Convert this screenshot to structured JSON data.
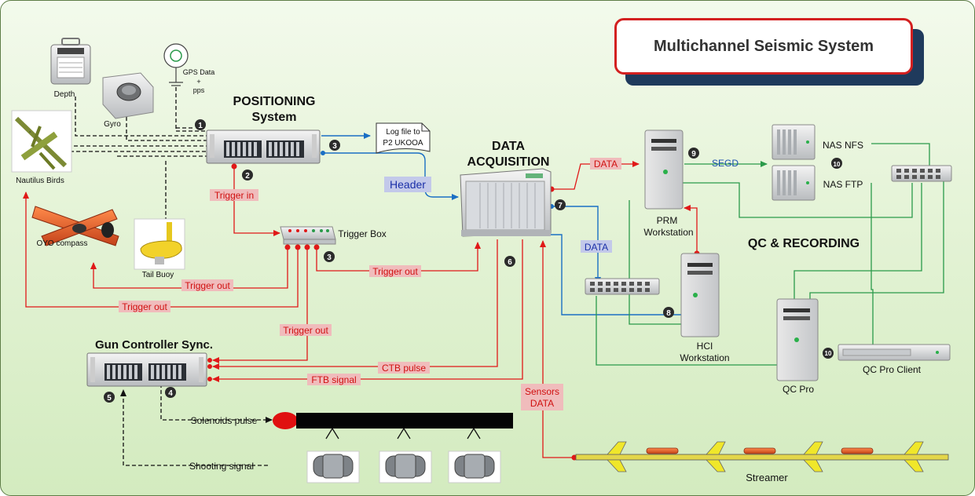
{
  "title": "Multichannel Seismic System",
  "labels": {
    "depth": "Depth",
    "gyro": "Gyro",
    "gps_line1": "GPS Data",
    "gps_line2": "+",
    "gps_line3": "pps",
    "nautilus": "Nautilus Birds",
    "oyo": "OYO compass",
    "tail_buoy": "Tail Buoy",
    "positioning_line1": "POSITIONING",
    "positioning_line2": "System",
    "log_line1": "Log file to",
    "log_line2": "P2 UKOOA",
    "header": "Header",
    "data_acq_line1": "DATA",
    "data_acq_line2": "ACQUISITION",
    "trigger_in": "Trigger in",
    "trigger_box": "Trigger Box",
    "trigger_out_1": "Trigger out",
    "trigger_out_2": "Trigger out",
    "trigger_out_3": "Trigger out",
    "trigger_out_4": "Trigger out",
    "gun_controller": "Gun Controller Sync.",
    "ctb_pulse": "CTB pulse",
    "ftb_signal": "FTB signal",
    "sensors_line1": "Sensors",
    "sensors_line2": "DATA",
    "solenoids": "Solenoids pulse",
    "shooting": "Shooting signal",
    "streamer": "Streamer",
    "data_1": "DATA",
    "data_2": "DATA",
    "segd": "SEGD",
    "prm_line1": "PRM",
    "prm_line2": "Workstation",
    "nas_nfs": "NAS NFS",
    "nas_ftp": "NAS FTP",
    "qc_recording": "QC & RECORDING",
    "hci_line1": "HCI",
    "hci_line2": "Workstation",
    "qc_pro": "QC Pro",
    "qc_pro_client": "QC Pro Client"
  },
  "steps": [
    "1",
    "2",
    "3",
    "3",
    "4",
    "5",
    "6",
    "7",
    "8",
    "9",
    "10",
    "10"
  ],
  "colors": {
    "signal_red": "#e01818",
    "data_blue": "#1a6fc4",
    "network_green": "#2a9a4a",
    "label_pink": "#f0bcbc",
    "title_border": "#d32020"
  }
}
